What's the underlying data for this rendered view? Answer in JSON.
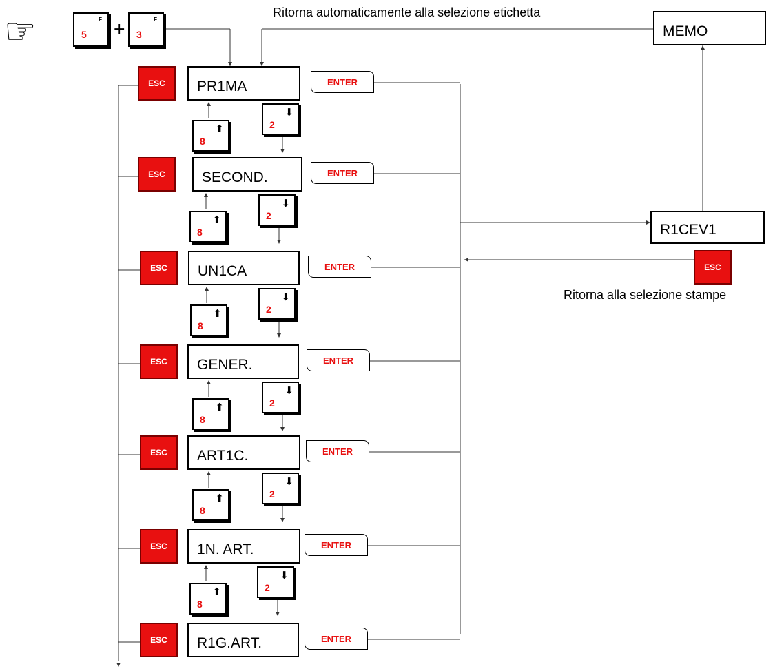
{
  "captions": {
    "auto_return": "Ritorna automaticamente alla selezione etichetta",
    "print_return": "Ritorna alla selezione stampe"
  },
  "start": {
    "hand_icon": "pointing-hand-icon",
    "key_a": {
      "num": "5",
      "sup": "F"
    },
    "plus": "+",
    "key_b": {
      "num": "3",
      "sup": "F"
    }
  },
  "rows": [
    {
      "label": "PR1MA",
      "esc": "ESC",
      "enter": "ENTER",
      "up": "8",
      "down": "2"
    },
    {
      "label": "SECOND.",
      "esc": "ESC",
      "enter": "ENTER",
      "up": "8",
      "down": "2"
    },
    {
      "label": "UN1CA",
      "esc": "ESC",
      "enter": "ENTER",
      "up": "8",
      "down": "2"
    },
    {
      "label": "GENER.",
      "esc": "ESC",
      "enter": "ENTER",
      "up": "8",
      "down": "2"
    },
    {
      "label": "ART1C.",
      "esc": "ESC",
      "enter": "ENTER",
      "up": "8",
      "down": "2"
    },
    {
      "label": "1N. ART.",
      "esc": "ESC",
      "enter": "ENTER",
      "up": "8",
      "down": "2"
    },
    {
      "label": "R1G.ART.",
      "esc": "ESC",
      "enter": "ENTER"
    }
  ],
  "right": {
    "memo": "MEMO",
    "ricevi": "R1CEV1",
    "esc": "ESC"
  }
}
